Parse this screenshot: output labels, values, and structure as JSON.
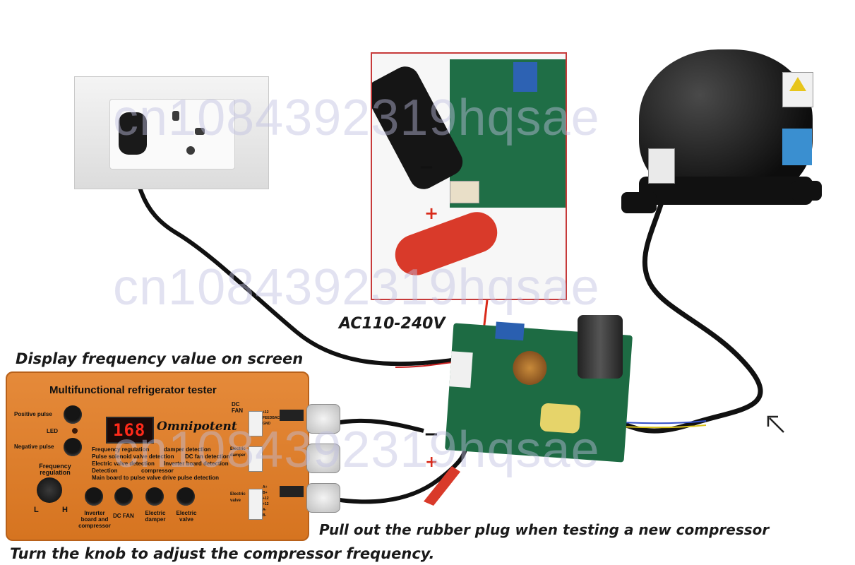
{
  "captions": {
    "display": "Display frequency value on screen",
    "voltage": "AC110-240V",
    "plug": "Pull out the rubber plug when testing a new compressor",
    "knob": "Turn the knob to adjust the compressor frequency."
  },
  "tester": {
    "title": "Multifunctional refrigerator tester",
    "brand": "Omnipotent",
    "display_value": "168",
    "labels": {
      "positive_pulse": "Positive pulse",
      "led": "LED",
      "negative_pulse": "Negative pulse",
      "frequency_regulation": "Frequency regulation",
      "low": "L",
      "high": "H",
      "inverter_board": "Inverter board and compressor",
      "dc_fan_btn": "DC FAN",
      "electric_damper_btn": "Electric damper",
      "electric_valve_btn": "Electric valve",
      "dc_fan_port": "DC FAN",
      "electric_damper_port": "Electric damper",
      "electric_valve_port": "Electric valve"
    },
    "features": [
      "Frequency regulation",
      "damper detection",
      "Pulse solenoid valve detection",
      "DC fan detection",
      "Electric valve detection",
      "Inverter board detection",
      "Detection",
      "compressor",
      "Main board to pulse valve drive pulse detection"
    ],
    "pin_labels": [
      "+12",
      "FEEDBACK",
      "GND",
      "A+",
      "B+",
      "+12",
      "+12",
      "A-",
      "B-"
    ]
  },
  "inset": {
    "minus": "−",
    "plus": "+",
    "minus_board": "−",
    "plus_board": "+"
  },
  "watermark": "cn1084392319hqsae",
  "colors": {
    "tester_orange": "#e07f2c",
    "pcb_green": "#1d6b43",
    "led_red": "#ff2a1a",
    "inset_border": "#c73a3a",
    "clip_red": "#d93a2a"
  },
  "icons": [
    "wall-socket-icon",
    "compressor-icon",
    "arrow-icon",
    "warning-icon"
  ]
}
